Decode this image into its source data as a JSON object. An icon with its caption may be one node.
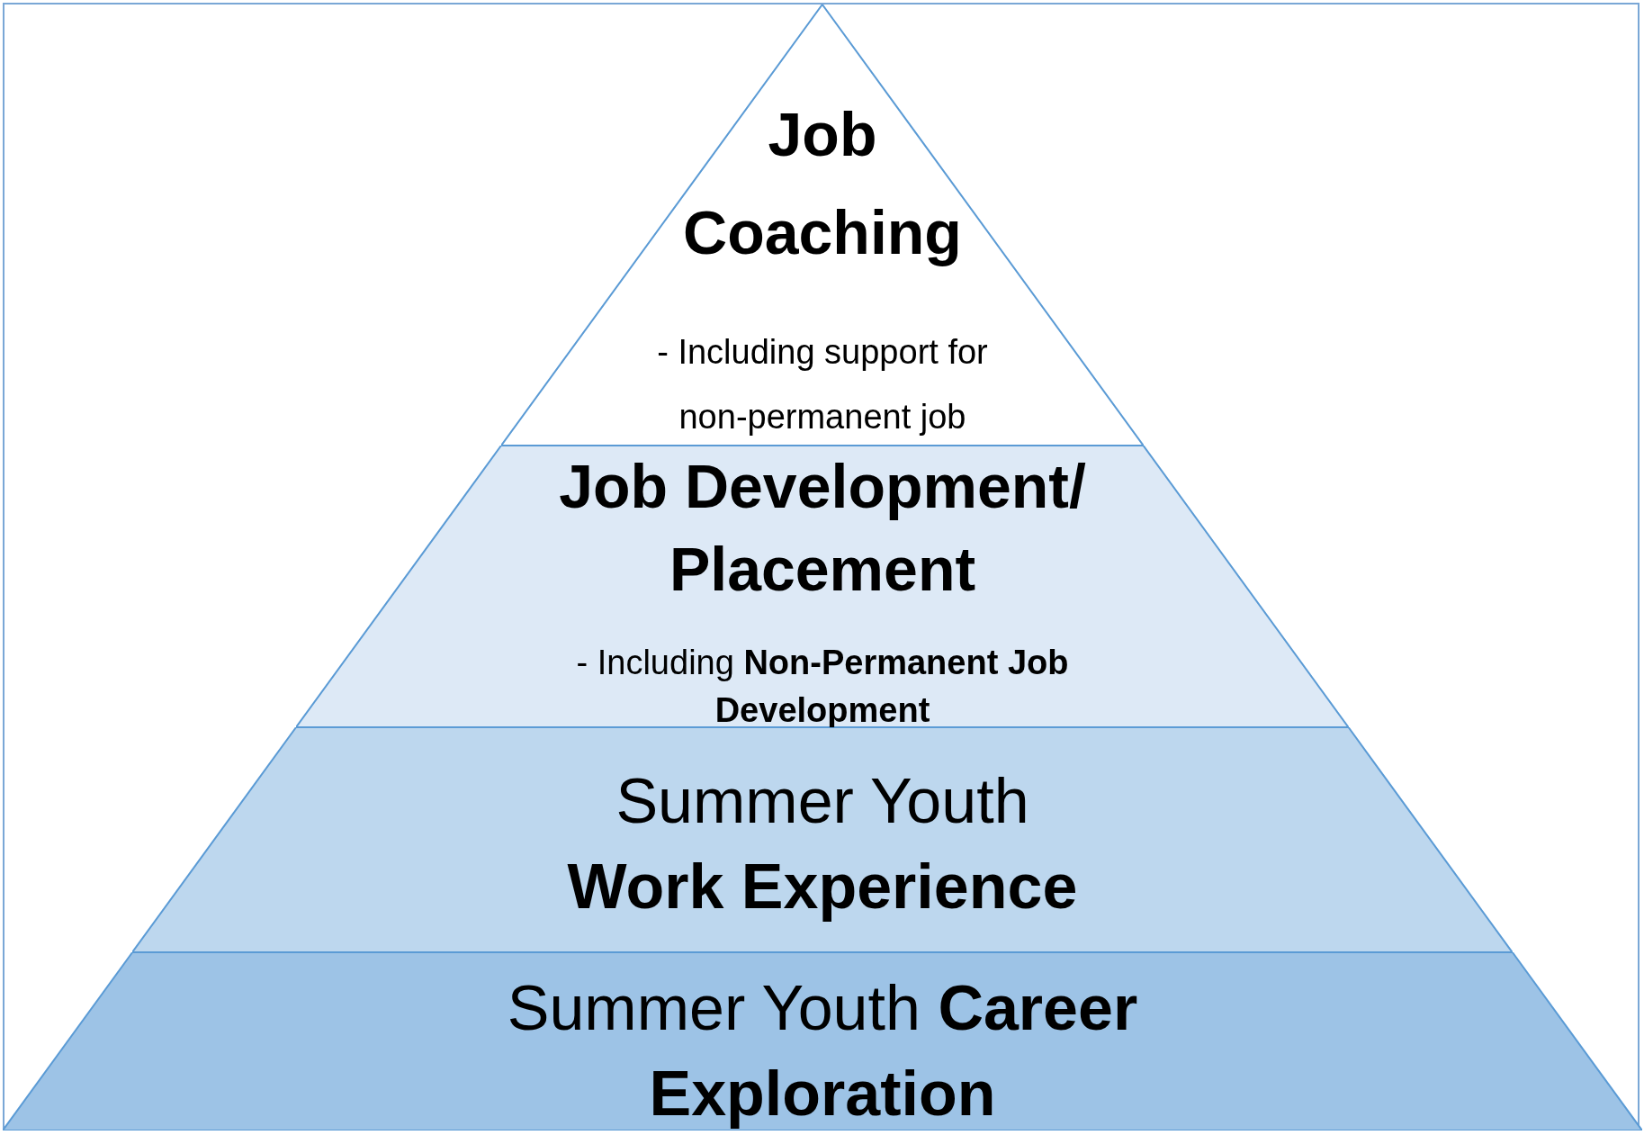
{
  "diagram": {
    "nodes": [
      {
        "text": [
          "Job Coaching",
          "- Including support for non-permanent job"
        ]
      },
      {
        "text": [
          "Job Development/ Placement",
          "-  Including **Non-Permanent Job Development**"
        ]
      },
      {
        "text": [
          "Summer Youth **Work Experience**"
        ]
      },
      {
        "text": [
          "Summer Youth **Career Exploration**"
        ]
      }
    ]
  }
}
